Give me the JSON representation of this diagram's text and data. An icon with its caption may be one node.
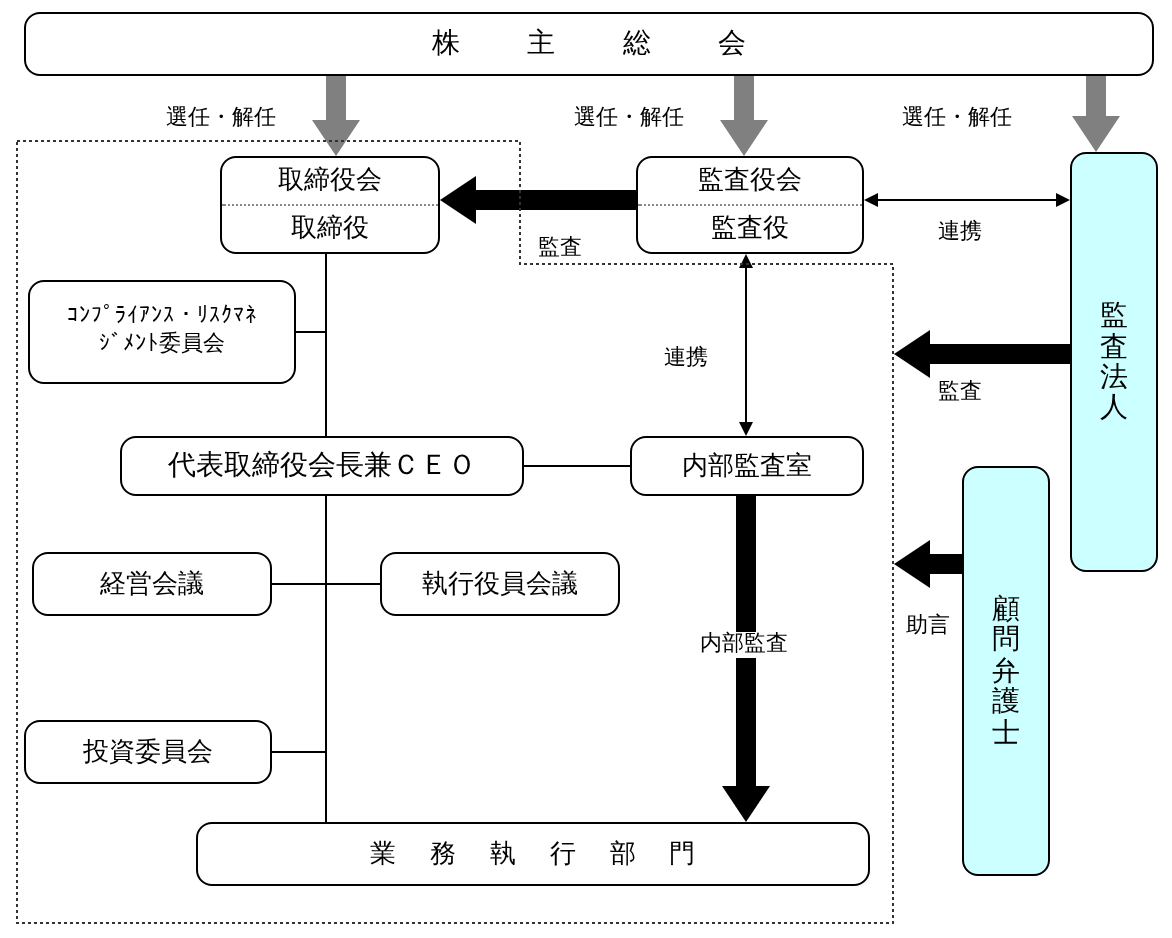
{
  "diagram": {
    "nodes": [
      {
        "text": [
          "株主総会"
        ]
      },
      {
        "text": [],
        "shape": "box"
      },
      {
        "text": [
          "取締役会",
          "取締役"
        ],
        "in": 1
      },
      {
        "text": [
          "監査役会",
          "監査役"
        ]
      },
      {
        "text": [
          "監査法人"
        ]
      },
      {
        "text": [
          "ｺﾝﾌﾟﾗｲｱﾝｽ・ﾘｽｸﾏﾈｼﾞﾒﾝﾄ委員会"
        ],
        "in": 1
      },
      {
        "text": [
          "代表取締役会長兼ＣＥＯ"
        ],
        "in": 1
      },
      {
        "text": [
          "内部監査室"
        ],
        "in": 1
      },
      {
        "text": [
          "経営会議"
        ],
        "in": 1
      },
      {
        "text": [
          "執行役員会議"
        ],
        "in": 1
      },
      {
        "text": [
          "顧問弁護士"
        ]
      },
      {
        "text": [
          "投資委員会"
        ],
        "in": 1
      },
      {
        "text": [
          "業務執行部門"
        ],
        "in": 1
      }
    ],
    "edges": [
      {
        "from": 0,
        "to": 2,
        "arrow": "to",
        "label": "選任・解任",
        "style": "thick",
        "color": "#808080"
      },
      {
        "from": 0,
        "to": 3,
        "arrow": "to",
        "label": "選任・解任",
        "style": "thick",
        "color": "#808080"
      },
      {
        "from": 0,
        "to": 4,
        "arrow": "to",
        "label": "選任・解任",
        "style": "thick",
        "color": "#808080"
      },
      {
        "from": 3,
        "to": 2,
        "arrow": "to",
        "label": "監査",
        "style": "thick"
      },
      {
        "from": 3,
        "to": 4,
        "arrow": "both",
        "label": "連携"
      },
      {
        "from": 3,
        "to": 7,
        "arrow": "both",
        "label": "連携"
      },
      {
        "from": 4,
        "to": 1,
        "arrow": "to",
        "label": "監査",
        "style": "thick"
      },
      {
        "from": 10,
        "to": 1,
        "arrow": "to",
        "label": "助言",
        "style": "thick"
      },
      {
        "from": 7,
        "to": 12,
        "arrow": "to",
        "label": "内部監査",
        "style": "thick"
      },
      {
        "from": 2,
        "to": 6,
        "arrow": "none"
      },
      {
        "from": 5,
        "to": 2,
        "arrow": "none"
      },
      {
        "from": 6,
        "to": 7,
        "arrow": "none"
      },
      {
        "from": 6,
        "to": 12,
        "arrow": "none"
      },
      {
        "from": 8,
        "to": 6,
        "arrow": "none"
      },
      {
        "from": 9,
        "to": 6,
        "arrow": "none"
      },
      {
        "from": 11,
        "to": 6,
        "arrow": "none"
      }
    ]
  }
}
